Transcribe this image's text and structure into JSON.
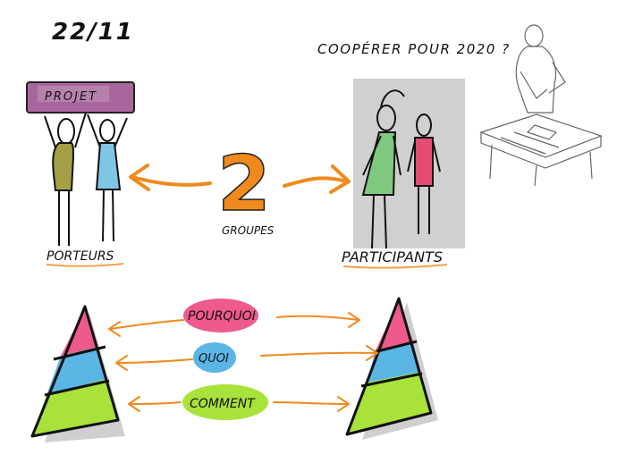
{
  "date": "22/11",
  "heading": "COOPÉRER POUR 2020 ?",
  "banner_label": "PROJET",
  "left_group_label": "PORTEURS",
  "right_group_label": "PARTICIPANTS",
  "center_number": "2",
  "center_label": "GROUPES",
  "questions": [
    {
      "label": "POURQUOI",
      "color": "#ee5a8c"
    },
    {
      "label": "QUOI",
      "color": "#5bb6e6"
    },
    {
      "label": "COMMENT",
      "color": "#a8e23a"
    }
  ],
  "colors": {
    "accent_orange": "#f08a1c",
    "banner_purple": "#a8679c",
    "pink": "#ee5a8c",
    "blue": "#5bb6e6",
    "green": "#a8e23a",
    "shadow_grey": "#cfcfcf"
  }
}
